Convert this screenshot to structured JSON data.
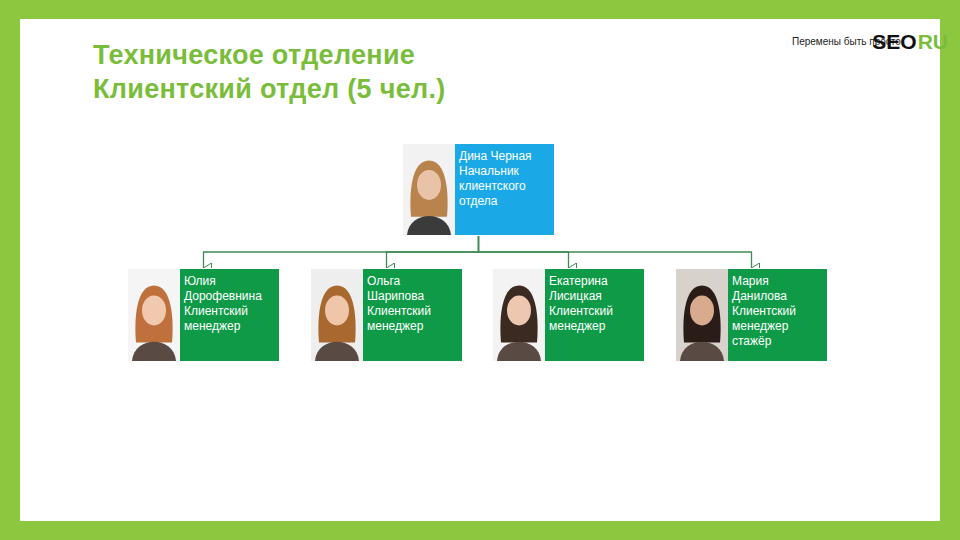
{
  "diagram": {
    "title": "Техническое отделение Клиентский отдел (5 чел.)",
    "nodes": [
      {
        "text": [
          "Дина Черная",
          "Начальник клиентского отдела"
        ]
      },
      {
        "text": [
          "Юлия Дорофевнина",
          "Клиентский менеджер"
        ]
      },
      {
        "text": [
          "Ольга Шарипова",
          "Клиентский менеджер"
        ]
      },
      {
        "text": [
          "Екатерина Лисицкая",
          "Клиентский менеджер"
        ]
      },
      {
        "text": [
          "Мария Данилова",
          "Клиентский менеджер стажёр"
        ]
      }
    ],
    "edges": [
      {
        "from": 0,
        "to": 1,
        "arrow": "to"
      },
      {
        "from": 0,
        "to": 2,
        "arrow": "to"
      },
      {
        "from": 0,
        "to": 3,
        "arrow": "to"
      },
      {
        "from": 0,
        "to": 4,
        "arrow": "to"
      }
    ],
    "labels": [
      "Перемены быть просто",
      "SEO",
      "RU"
    ]
  }
}
